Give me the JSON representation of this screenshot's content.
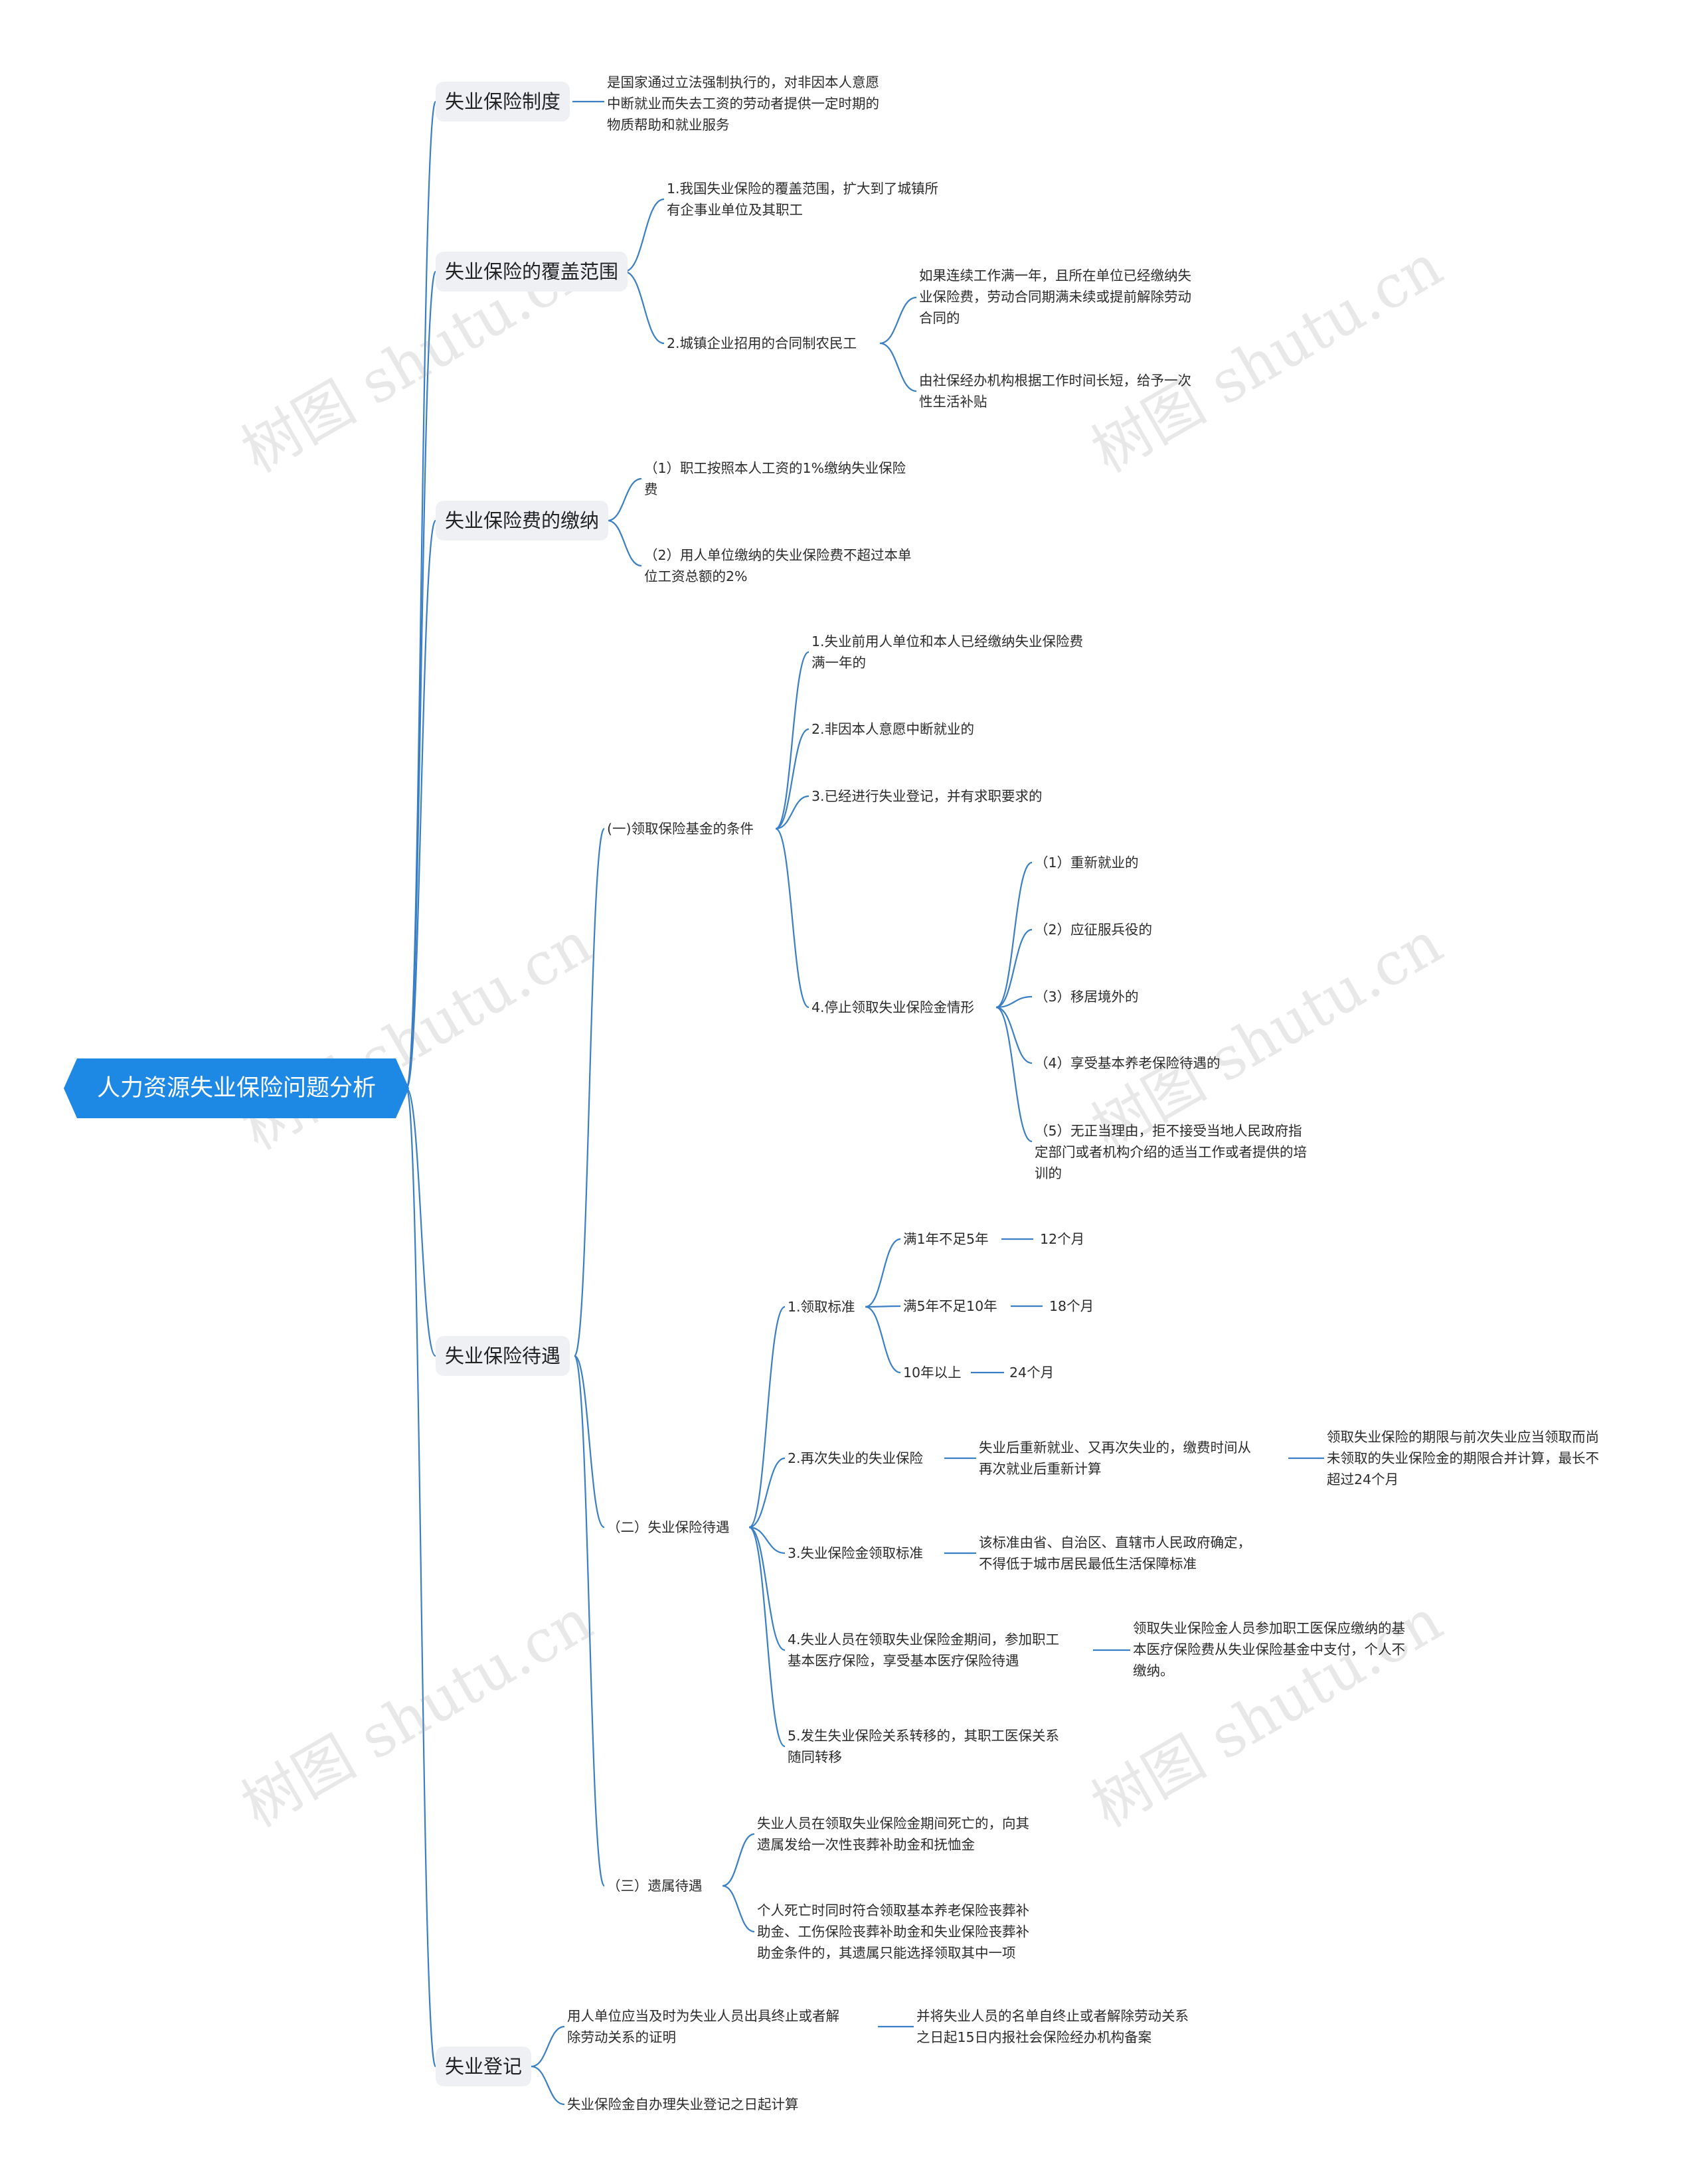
{
  "root": "人力资源失业保险问题分析",
  "watermark": "树图 shutu.cn",
  "colors": {
    "root": "#1e88e5",
    "line": "#3a7fc4",
    "branch_bg": "#eef0f4"
  },
  "b1": {
    "title": "失业保险制度",
    "desc": [
      "是国家通过立法强制执行的，对非因本人意愿",
      "中断就业而失去工资的劳动者提供一定时期的",
      "物质帮助和就业服务"
    ]
  },
  "b2": {
    "title": "失业保险的覆盖范围",
    "n1": [
      "1.我国失业保险的覆盖范围，扩大到了城镇所",
      "有企事业单位及其职工"
    ],
    "n2": "2.城镇企业招用的合同制农民工",
    "n2a": [
      "如果连续工作满一年，且所在单位已经缴纳失",
      "业保险费，劳动合同期满未续或提前解除劳动",
      "合同的"
    ],
    "n2b": [
      "由社保经办机构根据工作时间长短，给予一次",
      "性生活补贴"
    ]
  },
  "b3": {
    "title": "失业保险费的缴纳",
    "n1": [
      "（1）职工按照本人工资的1%缴纳失业保险",
      "费"
    ],
    "n2": [
      "（2）用人单位缴纳的失业保险费不超过本单",
      "位工资总额的2%"
    ]
  },
  "b4": {
    "title": "失业保险待遇",
    "s1": {
      "title": "(一)领取保险基金的条件",
      "c1": [
        "1.失业前用人单位和本人已经缴纳失业保险费",
        "满一年的"
      ],
      "c2": "2.非因本人意愿中断就业的",
      "c3": "3.已经进行失业登记，并有求职要求的",
      "c4": "4.停止领取失业保险金情形",
      "stops": [
        "（1）重新就业的",
        "（2）应征服兵役的",
        "（3）移居境外的",
        "（4）享受基本养老保险待遇的"
      ],
      "stop5": [
        "（5）无正当理由，拒不接受当地人民政府指",
        "定部门或者机构介绍的适当工作或者提供的培",
        "训的"
      ]
    },
    "s2": {
      "title": "（二）失业保险待遇",
      "std": "1.领取标准",
      "rows": [
        {
          "range": "满1年不足5年",
          "months": "12个月"
        },
        {
          "range": "满5年不足10年",
          "months": "18个月"
        },
        {
          "range": "10年以上",
          "months": "24个月"
        }
      ],
      "re": "2.再次失业的失业保险",
      "re_a": [
        "失业后重新就业、又再次失业的，缴费时间从",
        "再次就业后重新计算"
      ],
      "re_b": [
        "领取失业保险的期限与前次失业应当领取而尚",
        "未领取的失业保险金的期限合并计算，最长不",
        "超过24个月"
      ],
      "bs": "3.失业保险金领取标准",
      "bs_a": [
        "该标准由省、自治区、直辖市人民政府确定，",
        "不得低于城市居民最低生活保障标准"
      ],
      "med": [
        "4.失业人员在领取失业保险金期间，参加职工",
        "基本医疗保险，享受基本医疗保险待遇"
      ],
      "med_a": [
        "领取失业保险金人员参加职工医保应缴纳的基",
        "本医疗保险费从失业保险基金中支付，个人不",
        "缴纳。"
      ],
      "tr": [
        "5.发生失业保险关系转移的，其职工医保关系",
        "随同转移"
      ]
    },
    "s3": {
      "title": "（三）遗属待遇",
      "a": [
        "失业人员在领取失业保险金期间死亡的，向其",
        "遗属发给一次性丧葬补助金和抚恤金"
      ],
      "b": [
        "个人死亡时同时符合领取基本养老保险丧葬补",
        "助金、工伤保险丧葬补助金和失业保险丧葬补",
        "助金条件的，其遗属只能选择领取其中一项"
      ]
    }
  },
  "b5": {
    "title": "失业登记",
    "n1": [
      "用人单位应当及时为失业人员出具终止或者解",
      "除劳动关系的证明"
    ],
    "n1a": [
      "并将失业人员的名单自终止或者解除劳动关系",
      "之日起15日内报社会保险经办机构备案"
    ],
    "n2": "失业保险金自办理失业登记之日起计算"
  }
}
